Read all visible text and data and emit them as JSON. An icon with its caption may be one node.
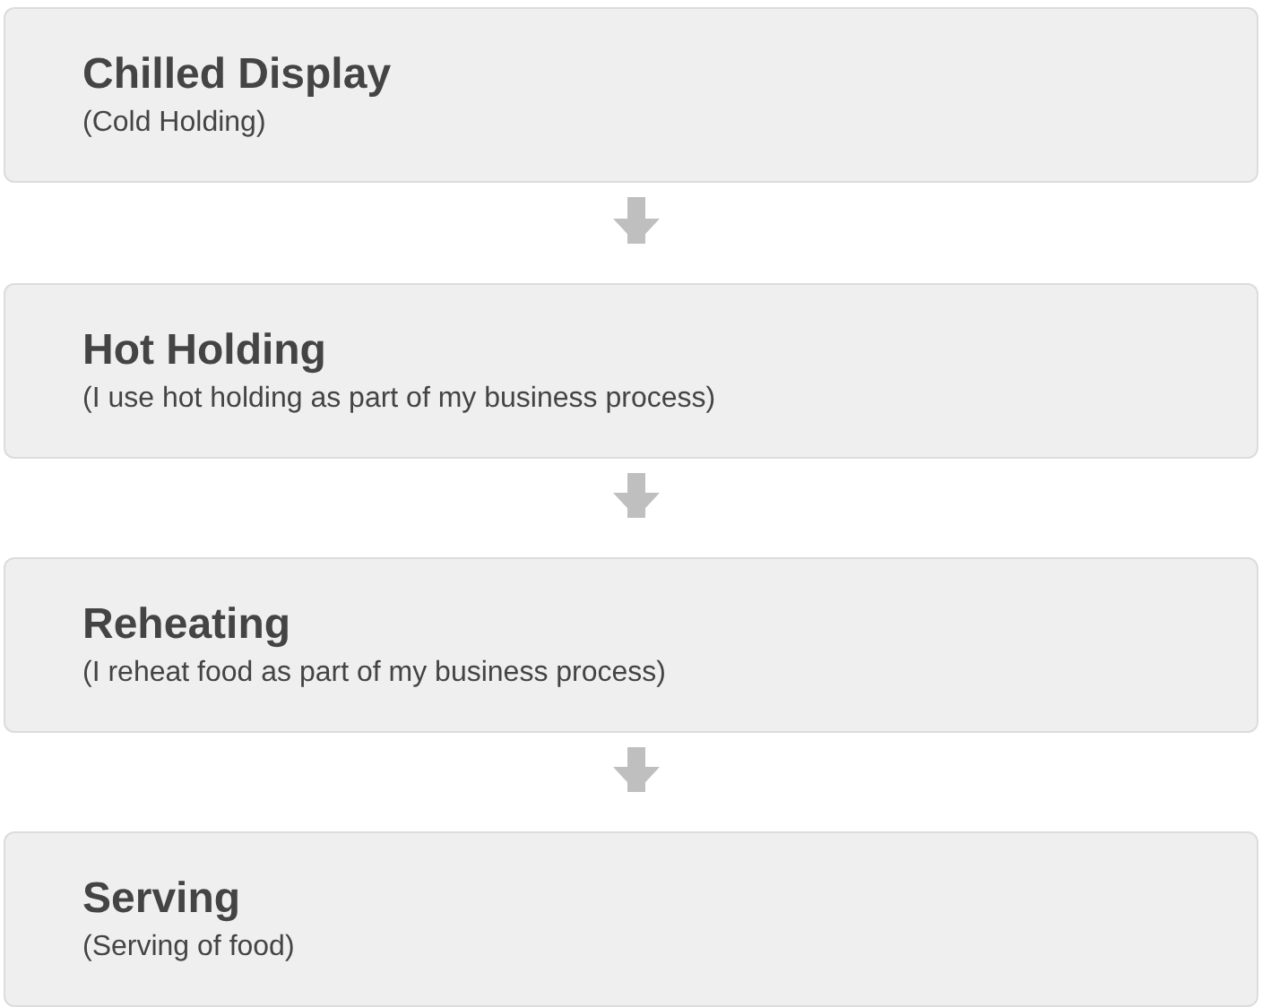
{
  "diagram": {
    "nodes": [
      {
        "text": [
          "Chilled Display",
          "(Cold Holding)"
        ]
      },
      {
        "text": [
          "Hot Holding",
          "(I use hot holding as part of my business process)"
        ]
      },
      {
        "text": [
          "Reheating",
          "(I reheat food as part of my business process)"
        ]
      },
      {
        "text": [
          "Serving",
          "(Serving of food)"
        ]
      }
    ],
    "edges": [
      {
        "from": 0,
        "to": 1,
        "arrow": "to"
      },
      {
        "from": 1,
        "to": 2,
        "arrow": "to"
      },
      {
        "from": 2,
        "to": 3,
        "arrow": "to"
      }
    ]
  }
}
